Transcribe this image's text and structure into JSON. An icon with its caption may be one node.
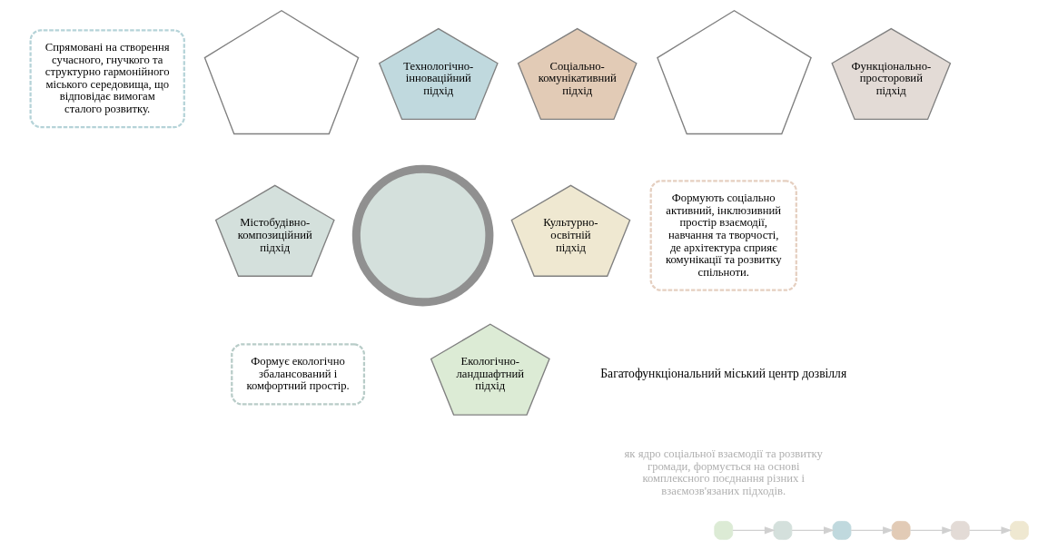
{
  "diagram": {
    "nodes": [
      {
        "text": [
          "Спрямовані на створення сучасного, гнучкого та структурно гармонійного міського середовища, що відповідає вимогам сталого розвитку."
        ]
      },
      {
        "text": [],
        "shape": "pentagon"
      },
      {
        "text": [
          "Технологічно-інноваційний підхід"
        ]
      },
      {
        "text": [
          "Соціально-комунікативний підхід"
        ]
      },
      {
        "text": [],
        "shape": "pentagon"
      },
      {
        "text": [
          "Функціонально-просторовий підхід"
        ]
      },
      {
        "text": [
          "Формують соціально активний, інклюзивний простір взаємодії, навчання та творчості, де архітектура сприяє комунікації та розвитку спільноти."
        ]
      },
      {
        "text": [
          "Містобудівно-композиційний підхід"
        ]
      },
      {
        "text": [
          "Культурно-освітній підхід"
        ]
      },
      {
        "text": [],
        "shape": "circle"
      },
      {
        "text": [
          "Формує екологічно збалансований і комфортний простір."
        ]
      },
      {
        "text": [
          "Екологічно-ландшафтний підхід"
        ]
      },
      {
        "text": [],
        "shape": "box"
      },
      {
        "text": [],
        "shape": "box"
      },
      {
        "text": [],
        "shape": "box"
      },
      {
        "text": [],
        "shape": "box"
      },
      {
        "text": [],
        "shape": "box"
      },
      {
        "text": [],
        "shape": "box"
      }
    ],
    "edges": [
      {
        "from": 12,
        "to": 13,
        "arrow": "to"
      },
      {
        "from": 13,
        "to": 14,
        "arrow": "to"
      },
      {
        "from": 14,
        "to": 15,
        "arrow": "to"
      },
      {
        "from": 15,
        "to": 16,
        "arrow": "to"
      },
      {
        "from": 16,
        "to": 17,
        "arrow": "to"
      }
    ],
    "labels": [
      "Багатофункціональний міський центр дозвілля",
      "як ядро соціальної взаємодії та розвитку громади, формується на основі комплексного поєднання різних і взаємозв'язаних підходів."
    ]
  }
}
